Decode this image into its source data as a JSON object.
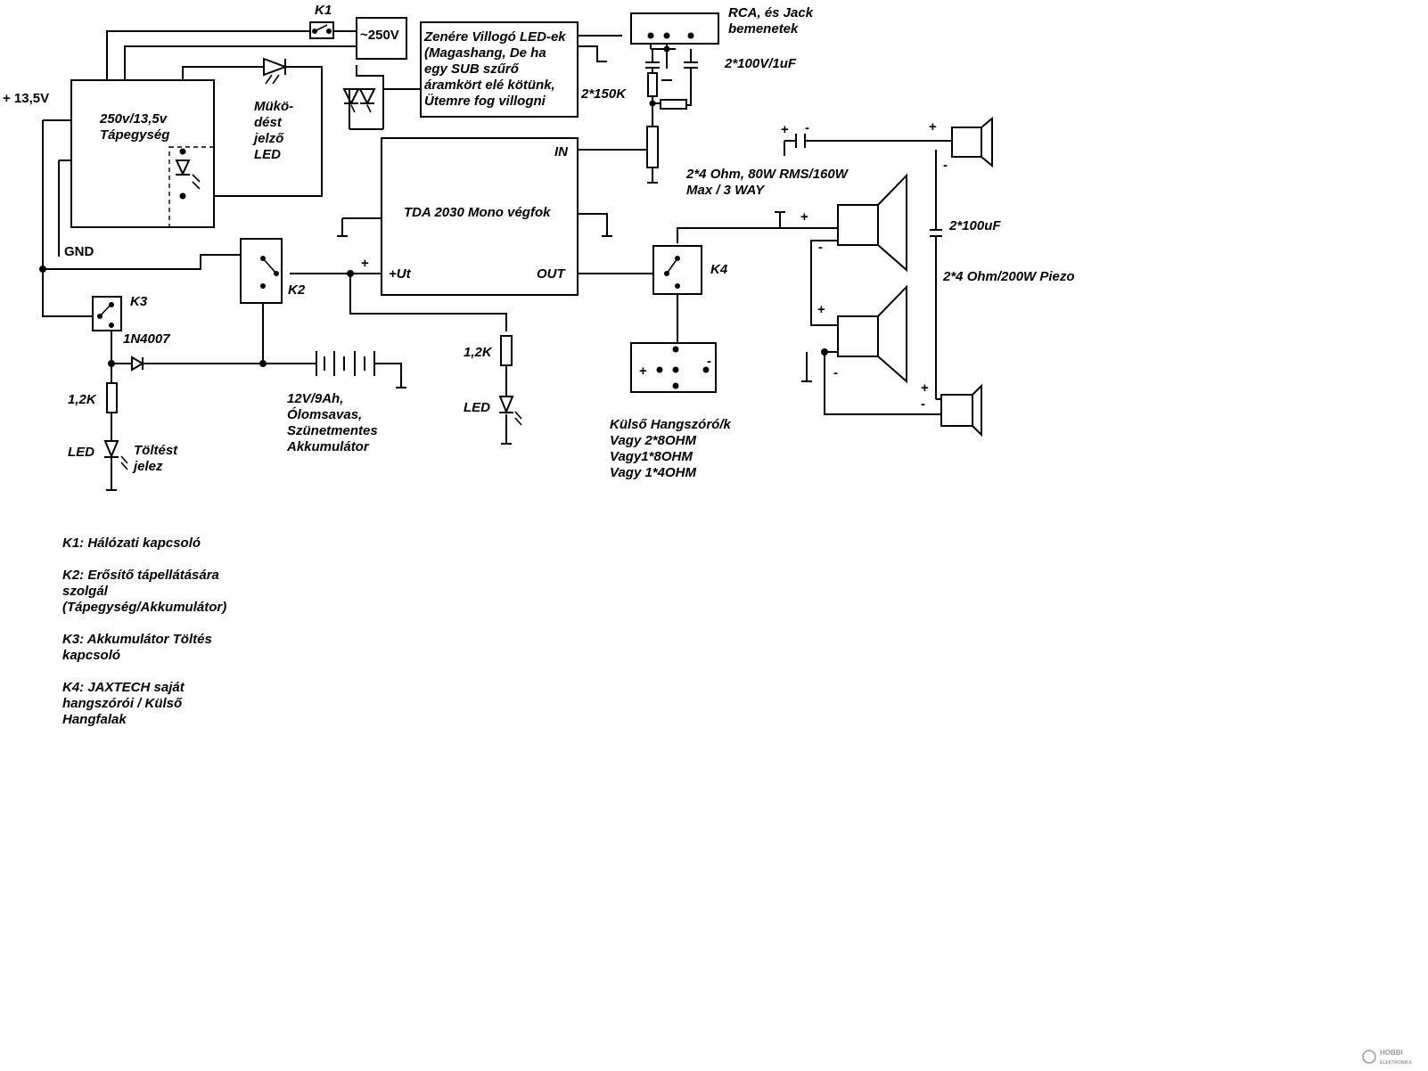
{
  "labels": {
    "k1": "K1",
    "mains_voltage": "~250V",
    "led_module": [
      "Zenére Villogó LED-ek",
      "(Magashang, De ha",
      "egy SUB szűrő",
      "áramkört elé kötünk,",
      "Ütemre fog villogni"
    ],
    "rca_inputs": [
      "RCA, és Jack",
      "bemenetek"
    ],
    "coupling_caps": "2*100V/1uF",
    "input_resistors": "2*150K",
    "supply_rail": "+ 13,5V",
    "psu": [
      "250v/13,5v",
      "Tápegység"
    ],
    "power_led": [
      "Mükö-",
      "dést",
      "jelző",
      "LED"
    ],
    "amp_in": "IN",
    "amplifier": "TDA 2030 Mono végfok",
    "amp_plus_ut": "+Ut",
    "amp_out": "OUT",
    "plus_sign": "+",
    "minus_sign": "-",
    "gnd": "GND",
    "k2": "K2",
    "k3": "K3",
    "k4": "K4",
    "diode": "1N4007",
    "resistor_12k": "1,2K",
    "led": "LED",
    "charge_led": [
      "Töltést",
      "jelez"
    ],
    "battery": [
      "12V/9Ah,",
      "Ólomsavas,",
      "Szünetmentes",
      "Akkumulátor"
    ],
    "woofers": [
      "2*4 Ohm, 80W RMS/160W",
      "Max / 3 WAY"
    ],
    "tweeter_caps": "2*100uF",
    "piezo": "2*4 Ohm/200W Piezo",
    "external_speakers": [
      "Külső Hangszóró/k",
      "Vagy 2*8OHM",
      "Vagy1*8OHM",
      "Vagy 1*4OHM"
    ]
  },
  "notes": [
    [
      "K1: Hálózati kapcsoló"
    ],
    [
      "K2: Erősítő tápellátására",
      "szolgál",
      "(Tápegység/Akkumulátor)"
    ],
    [
      "K3: Akkumulátor Töltés",
      "kapcsoló"
    ],
    [
      "K4: JAXTECH saját",
      "hangszórói / Külső",
      "Hangfalak"
    ]
  ],
  "watermark": [
    "HOBBI",
    "ELEKTRONIKA"
  ]
}
